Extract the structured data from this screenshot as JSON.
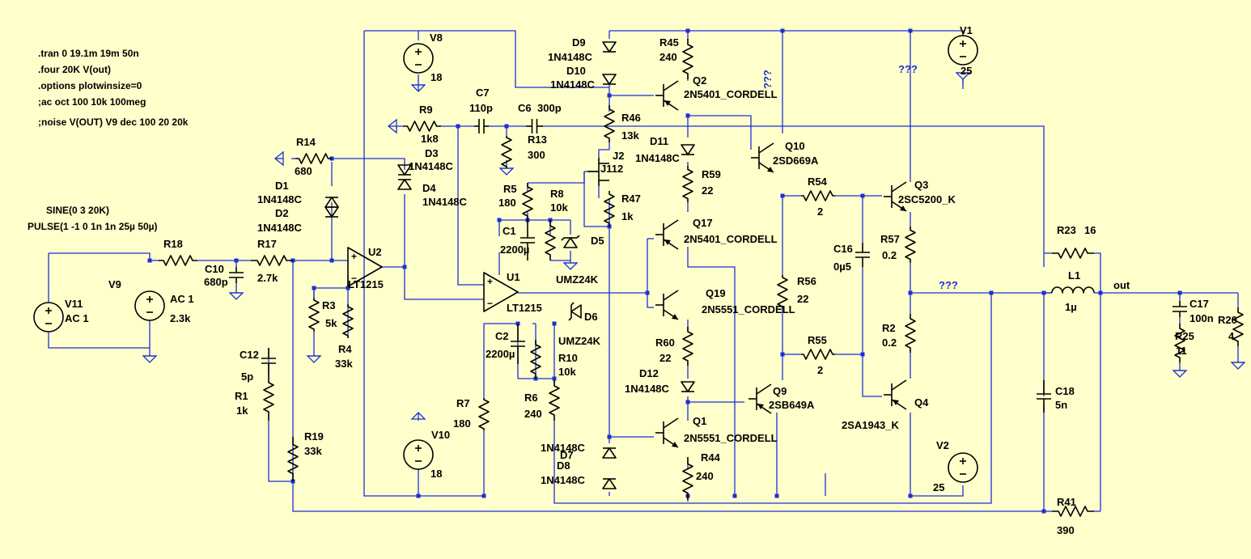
{
  "directives": [
    ".tran 0 19.1m 19m 50n",
    ".four 20K V(out)",
    ".options plotwinsize=0",
    ";ac oct 100 10k 100meg",
    ";noise V(OUT) V9 dec 100 20 20k"
  ],
  "source": {
    "sine": "SINE(0 3 20K)",
    "pulse": "PULSE(1 -1 0 1n 1n 25µ 50µ)"
  },
  "net_labels": {
    "out": "out",
    "unknown": "???"
  },
  "components": {
    "V8": {
      "name": "V8",
      "value": "18"
    },
    "V10": {
      "name": "V10",
      "value": "18"
    },
    "V1": {
      "name": "V1",
      "value": "25"
    },
    "V2": {
      "name": "V2",
      "value": "25"
    },
    "V11": {
      "name": "V11",
      "value": "AC 1"
    },
    "V9": {
      "name": "V9",
      "value": "AC 1"
    },
    "R18": {
      "name": "R18",
      "value": "2.3k"
    },
    "C10": {
      "name": "C10",
      "value": "680p"
    },
    "R17": {
      "name": "R17",
      "value": "2.7k"
    },
    "R14": {
      "name": "R14",
      "value": "680"
    },
    "D1": {
      "name": "D1",
      "value": "1N4148C"
    },
    "D2": {
      "name": "D2",
      "value": "1N4148C"
    },
    "D3": {
      "name": "D3",
      "value": "1N4148C"
    },
    "D4": {
      "name": "D4",
      "value": "1N4148C"
    },
    "U2": {
      "name": "U2",
      "value": "LT1215"
    },
    "U1": {
      "name": "U1",
      "value": "LT1215"
    },
    "R3": {
      "name": "R3",
      "value": "5k"
    },
    "R4": {
      "name": "R4",
      "value": "33k"
    },
    "C12": {
      "name": "C12",
      "value": "5p"
    },
    "R1": {
      "name": "R1",
      "value": "1k"
    },
    "R19": {
      "name": "R19",
      "value": "33k"
    },
    "R9": {
      "name": "R9",
      "value": "1k8"
    },
    "C7": {
      "name": "C7",
      "value": "110p"
    },
    "C6": {
      "name": "C6",
      "value": "300p"
    },
    "R13": {
      "name": "R13",
      "value": "300"
    },
    "R5": {
      "name": "R5",
      "value": "180"
    },
    "R8": {
      "name": "R8",
      "value": "10k"
    },
    "C1": {
      "name": "C1",
      "value": "2200µ"
    },
    "D5": {
      "name": "D5",
      "value": "UMZ24K"
    },
    "D6": {
      "name": "D6",
      "value": "UMZ24K"
    },
    "C2": {
      "name": "C2",
      "value": "2200µ"
    },
    "R10": {
      "name": "R10",
      "value": "10k"
    },
    "R6": {
      "name": "R6",
      "value": "240"
    },
    "R7": {
      "name": "R7",
      "value": "180"
    },
    "D9": {
      "name": "D9",
      "value": "1N4148C"
    },
    "D10": {
      "name": "D10",
      "value": "1N4148C"
    },
    "R45": {
      "name": "R45",
      "value": "240"
    },
    "Q2": {
      "name": "Q2",
      "value": "2N5401_CORDELL"
    },
    "R46": {
      "name": "R46",
      "value": "13k"
    },
    "J2": {
      "name": "J2",
      "value": "J112"
    },
    "R47": {
      "name": "R47",
      "value": "1k"
    },
    "D11": {
      "name": "D11",
      "value": "1N4148C"
    },
    "R59": {
      "name": "R59",
      "value": "22"
    },
    "Q17": {
      "name": "Q17",
      "value": "2N5401_CORDELL"
    },
    "Q19": {
      "name": "Q19",
      "value": "2N5551_CORDELL"
    },
    "R60": {
      "name": "R60",
      "value": "22"
    },
    "D12": {
      "name": "D12",
      "value": "1N4148C"
    },
    "Q1": {
      "name": "Q1",
      "value": "2N5551_CORDELL"
    },
    "R44": {
      "name": "R44",
      "value": "240"
    },
    "D7": {
      "name": "D7",
      "value": "1N4148C"
    },
    "D8": {
      "name": "D8",
      "value": "1N4148C"
    },
    "Q10": {
      "name": "Q10",
      "value": "2SD669A"
    },
    "Q9": {
      "name": "Q9",
      "value": "2SB649A"
    },
    "R54": {
      "name": "R54",
      "value": "2"
    },
    "R55": {
      "name": "R55",
      "value": "2"
    },
    "R56": {
      "name": "R56",
      "value": "22"
    },
    "C16": {
      "name": "C16",
      "value": "0µ5"
    },
    "Q3": {
      "name": "Q3",
      "value": "2SC5200_K"
    },
    "Q4": {
      "name": "Q4",
      "value": "2SA1943_K"
    },
    "R57": {
      "name": "R57",
      "value": "0.2"
    },
    "R2": {
      "name": "R2",
      "value": "0.2"
    },
    "R23": {
      "name": "R23",
      "value": "16"
    },
    "L1": {
      "name": "L1",
      "value": "1µ"
    },
    "C18": {
      "name": "C18",
      "value": "5n"
    },
    "R41": {
      "name": "R41",
      "value": "390"
    },
    "C17": {
      "name": "C17",
      "value": "100n"
    },
    "R25": {
      "name": "R25",
      "value": "11"
    },
    "R20": {
      "name": "R20",
      "value": "4"
    }
  }
}
